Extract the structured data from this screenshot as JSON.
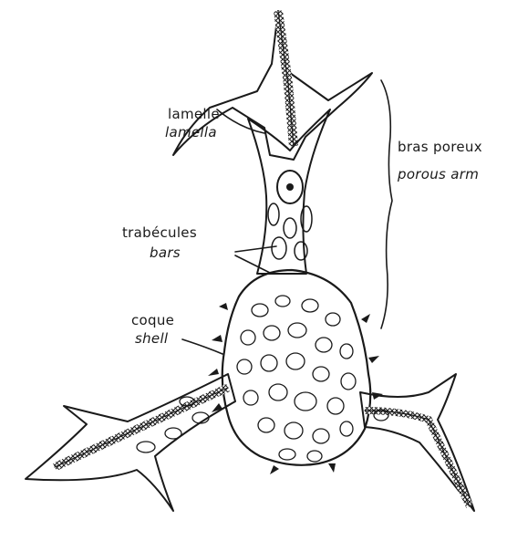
{
  "labels": {
    "lamella": {
      "fr": "lamelle",
      "en": "lamella"
    },
    "porous_arm": {
      "fr": "bras poreux",
      "en": "porous arm"
    },
    "bars": {
      "fr": "trabécules",
      "en": "bars"
    },
    "shell": {
      "fr": "coque",
      "en": "shell"
    }
  },
  "colors": {
    "ink": "#1a1a1a",
    "paper": "#ffffff"
  }
}
